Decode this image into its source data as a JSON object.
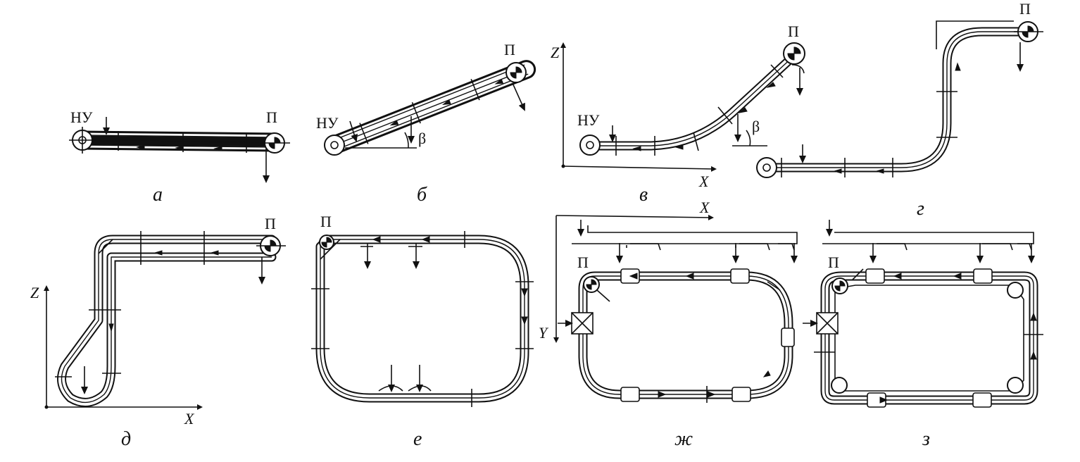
{
  "labels": {
    "load_station": "НУ",
    "drive": "П",
    "angle": "β",
    "axis_x": "X",
    "axis_y": "Y",
    "axis_z": "Z"
  },
  "captions": {
    "a": "а",
    "b": "б",
    "v": "в",
    "g": "г",
    "d": "д",
    "e": "е",
    "zh": "ж",
    "z": "з"
  }
}
